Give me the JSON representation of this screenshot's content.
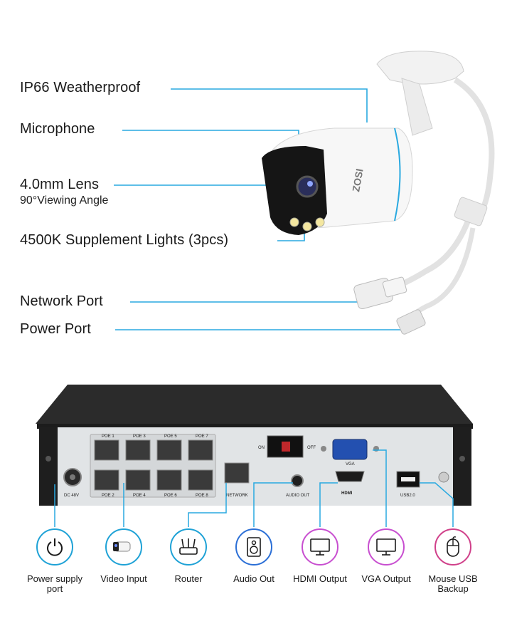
{
  "camera_callouts": {
    "weatherproof": "IP66 Weatherproof",
    "microphone": "Microphone",
    "lens": "4.0mm Lens",
    "lens_sub": "90°Viewing Angle",
    "lights": "4500K Supplement Lights (3pcs)",
    "network_port": "Network Port",
    "power_port": "Power Port",
    "brand": "ZOSI"
  },
  "nvr_ports": {
    "poe_top": [
      "POE 1",
      "POE 3",
      "POE 5",
      "POE 7"
    ],
    "poe_bottom": [
      "POE 2",
      "POE 4",
      "POE 6",
      "POE 8"
    ],
    "dc": "DC 48V",
    "network": "NETWORK",
    "audio_out": "AUDIO OUT",
    "vga": "VGA",
    "hdmi": "HDMI",
    "usb": "USB2.0",
    "switch_on": "ON",
    "switch_off": "OFF"
  },
  "features": [
    {
      "label": "Power supply port",
      "icon": "power-icon",
      "color": "#1fa2d6"
    },
    {
      "label": "Video Input",
      "icon": "camera-icon",
      "color": "#1fa2d6"
    },
    {
      "label": "Router",
      "icon": "router-icon",
      "color": "#1fa2d6"
    },
    {
      "label": "Audio Out",
      "icon": "speaker-icon",
      "color": "#2b6fd6"
    },
    {
      "label": "HDMI Output",
      "icon": "monitor-icon",
      "color": "#c84fd0"
    },
    {
      "label": "VGA Output",
      "icon": "monitor-icon",
      "color": "#c84fd0"
    },
    {
      "label": "Mouse USB Backup",
      "icon": "mouse-icon",
      "color": "#d0408a"
    }
  ],
  "colors": {
    "callout_line": "#29a9e0",
    "accent_magenta": "#c84fd0"
  }
}
